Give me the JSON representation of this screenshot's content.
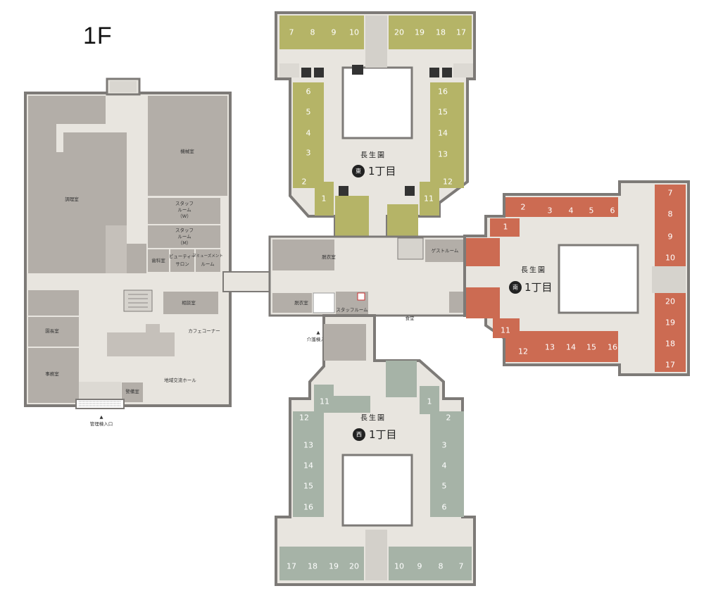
{
  "floor": "1F",
  "colors": {
    "north": "#b5b467",
    "east": "#cc6b52",
    "south": "#a6b3a7",
    "admin_room": "#b3aea8",
    "corridor": "#e8e5df",
    "wall": "#7d7a77"
  },
  "units": {
    "north": {
      "name": "長生園",
      "badge": "東",
      "chome": "1丁目"
    },
    "east": {
      "name": "長生園",
      "badge": "南",
      "chome": "1丁目"
    },
    "south": {
      "name": "長生園",
      "badge": "西",
      "chome": "1丁目"
    }
  },
  "rooms": {
    "north_top": [
      "7",
      "8",
      "9",
      "10",
      "20",
      "19",
      "18",
      "17"
    ],
    "north_left": [
      "6",
      "5",
      "4",
      "3",
      "2",
      "1"
    ],
    "north_right": [
      "16",
      "15",
      "14",
      "13",
      "12",
      "11"
    ],
    "east_top": [
      "2",
      "3",
      "4",
      "5",
      "6"
    ],
    "east_mid": [
      "1"
    ],
    "east_low": [
      "11"
    ],
    "east_bottom": [
      "12",
      "13",
      "14",
      "15",
      "16"
    ],
    "east_right": [
      "7",
      "8",
      "9",
      "10",
      "20",
      "19",
      "18",
      "17"
    ],
    "south_left": [
      "11",
      "12",
      "13",
      "14",
      "15",
      "16"
    ],
    "south_right": [
      "1",
      "2",
      "3",
      "4",
      "5",
      "6"
    ],
    "south_bottom": [
      "17",
      "18",
      "19",
      "20",
      "10",
      "9",
      "8",
      "7"
    ]
  },
  "labels": {
    "kikai": "機械室",
    "chori": "調理室",
    "staff_w1": "スタッフ",
    "staff_w2": "ルーム",
    "staff_w3": "（W）",
    "staff_m1": "スタッフ",
    "staff_m2": "ルーム",
    "staff_m3": "（M）",
    "shika": "歯科室",
    "beauty1": "ビューティー",
    "beauty2": "サロン",
    "amusement1": "アミューズメント",
    "amusement2": "ルーム",
    "sodan": "相談室",
    "cafe": "カフェコーナー",
    "enchou": "園長室",
    "jimu": "事務室",
    "chiiki": "地域交流ホール",
    "keibi": "警備室",
    "kanri_entrance": "管理棟入口",
    "datsui1": "脱衣室",
    "datsui2": "脱衣室",
    "staffroom": "スタッフルーム",
    "guestroom": "ゲストルーム",
    "shokudo": "食堂",
    "care_entrance": "介護棟入口"
  }
}
